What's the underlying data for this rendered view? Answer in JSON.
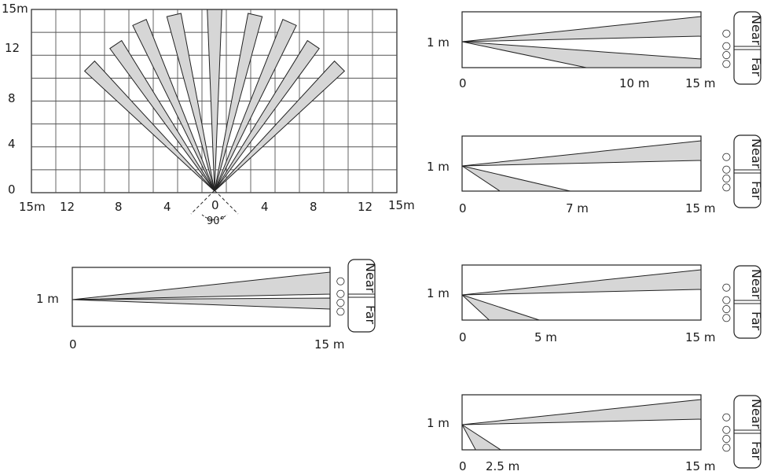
{
  "top_view": {
    "y_ticks": [
      "15m",
      "12",
      "8",
      "4",
      "0"
    ],
    "x_ticks": [
      "15m",
      "12",
      "8",
      "4",
      "0",
      "4",
      "8",
      "12",
      "15m"
    ],
    "angle_label": "90°"
  },
  "side_views": [
    {
      "height_label": "1 m",
      "start_label": "0",
      "mid_label": "10 m",
      "end_label": "15 m",
      "switch_near": "Near",
      "switch_far": "Far",
      "dots_left": "○",
      "dots_right": "○○○",
      "near_reach_m": 10
    },
    {
      "height_label": "1 m",
      "start_label": "0",
      "mid_label": "7 m",
      "end_label": "15 m",
      "switch_near": "Near",
      "switch_far": "Far",
      "dots_left": "○",
      "dots_right": "○○○",
      "near_reach_m": 7
    },
    {
      "height_label": "1 m",
      "start_label": "0",
      "mid_label": "5 m",
      "end_label": "15 m",
      "switch_near": "Near",
      "switch_far": "Far",
      "dots_left": "○",
      "dots_right": "○○○",
      "near_reach_m": 5
    },
    {
      "height_label": "1 m",
      "start_label": "0",
      "mid_label": "2.5 m",
      "end_label": "15 m",
      "switch_near": "Near",
      "switch_far": "Far",
      "dots_left": "○",
      "dots_right": "○○○",
      "near_reach_m": 2.5
    },
    {
      "height_label": "1 m",
      "start_label": "0",
      "mid_label": "",
      "end_label": "15 m",
      "switch_near": "Near",
      "switch_far": "Far",
      "dots_left": "○",
      "dots_right": "○○○",
      "near_reach_m": 15
    }
  ]
}
